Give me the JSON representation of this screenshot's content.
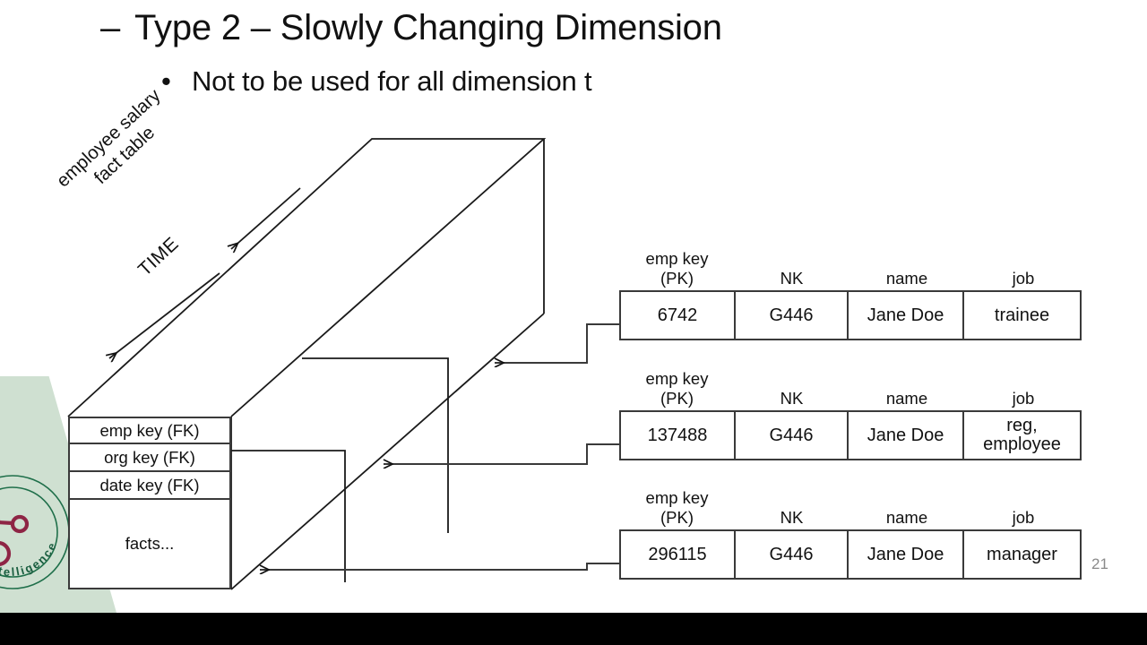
{
  "slide": {
    "number": "21",
    "title_line_1": "Type 2 – Slowly Changing Dimension",
    "title_line_2": "Not to be used for all dimension t",
    "dash_marker": "–",
    "bullet_marker": "•"
  },
  "colors": {
    "background": "#ffffff",
    "bottom_bar": "#000000",
    "accent_green": "#cfe0d1",
    "logo_ring": "#1f6f4a",
    "logo_nodes": "#8e2545",
    "stroke": "#3a3a3a",
    "slide_number": "#8a8a8a",
    "text": "#111111"
  },
  "logo": {
    "name": "business-intelligence-logo",
    "ring_text": "ess Intelligence"
  },
  "diagram": {
    "cube_labels": {
      "fact_table_label": "employee salary\nfact table",
      "fact_table_label_line1": "employee salary",
      "fact_table_label_line2": "fact table",
      "time_axis_label": "TIME"
    },
    "fact_table": {
      "name": "employee-salary-fact-table",
      "rows": [
        "emp key (FK)",
        "org key (FK)",
        "date key (FK)"
      ],
      "facts_label": "facts..."
    },
    "dimension_tables": [
      {
        "name": "emp-dimension-row-trainee",
        "headers": [
          "emp key\n(PK)",
          "NK",
          "name",
          "job"
        ],
        "header_line_1": "emp key",
        "header_line_2": "(PK)",
        "values": [
          "6742",
          "G446",
          "Jane Doe",
          "trainee"
        ]
      },
      {
        "name": "emp-dimension-row-reg-employee",
        "headers": [
          "emp key\n(PK)",
          "NK",
          "name",
          "job"
        ],
        "header_line_1": "emp key",
        "header_line_2": "(PK)",
        "values": [
          "137488",
          "G446",
          "Jane Doe",
          "reg,\nemployee"
        ]
      },
      {
        "name": "emp-dimension-row-manager",
        "headers": [
          "emp key\n(PK)",
          "NK",
          "name",
          "job"
        ],
        "header_line_1": "emp key",
        "header_line_2": "(PK)",
        "values": [
          "296115",
          "G446",
          "Jane Doe",
          "manager"
        ]
      }
    ]
  }
}
